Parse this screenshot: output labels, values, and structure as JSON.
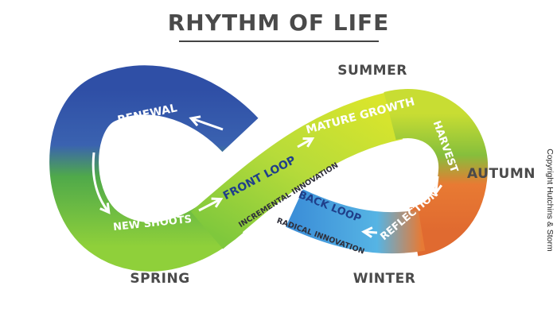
{
  "title": "RHYTHM OF LIFE",
  "seasons": {
    "summer": "SUMMER",
    "autumn": "AUTUMN",
    "spring": "SPRING",
    "winter": "WINTER"
  },
  "stages": {
    "renewal": "RENEWAL",
    "new_shoots": "NEW SHOOTS",
    "front_loop": "FRONT LOOP",
    "mature_growth": "MATURE GROWTH",
    "harvest": "HARVEST",
    "reflection": "REFLECTION",
    "back_loop": "BACK LOOP"
  },
  "annotations": {
    "incremental": "INCREMENTAL INNOVATION",
    "radical": "RADICAL INNOVATION"
  },
  "copyright": "Copyright Hutchins & Storm",
  "colors": {
    "blue": "#2f53a8",
    "green": "#8ccc3a",
    "yellow": "#d8e42a",
    "orange": "#e77a35",
    "lightblue": "#42a7e3"
  }
}
